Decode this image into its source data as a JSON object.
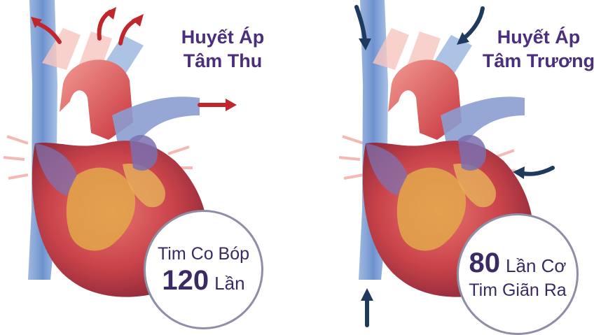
{
  "left": {
    "title_line1": "Huyết Áp",
    "title_line2": "Tâm Thu",
    "badge_line1": "Tim Co Bóp",
    "badge_number": "120",
    "badge_unit": "Lần"
  },
  "right": {
    "title_line1": "Huyết Áp",
    "title_line2": "Tâm Trương",
    "badge_number": "80",
    "badge_unit": "Lần Cơ",
    "badge_line2": "Tim Giãn Ra"
  },
  "colors": {
    "title": "#4b2f7d",
    "outflow_arrow": "#c0272d",
    "inflow_arrow": "#1f3a5f"
  }
}
